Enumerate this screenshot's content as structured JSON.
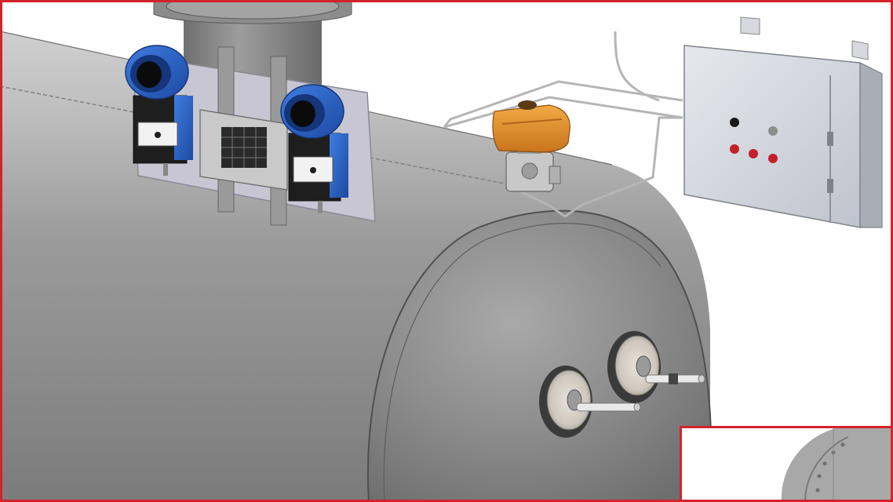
{
  "figure": {
    "subject": "",
    "colors": {
      "frame": "#d2232a",
      "vessel": "#8e8e8e",
      "transmitter_housing": "#2d63c9",
      "actuator": "#e8932a",
      "indicator_dark": "#1a1a1a",
      "indicator_grey": "#8a8f8a",
      "indicator_red": "#c2202a"
    },
    "control_panel": {
      "indicators": [
        "black",
        "grey",
        "red",
        "red",
        "red"
      ]
    }
  }
}
